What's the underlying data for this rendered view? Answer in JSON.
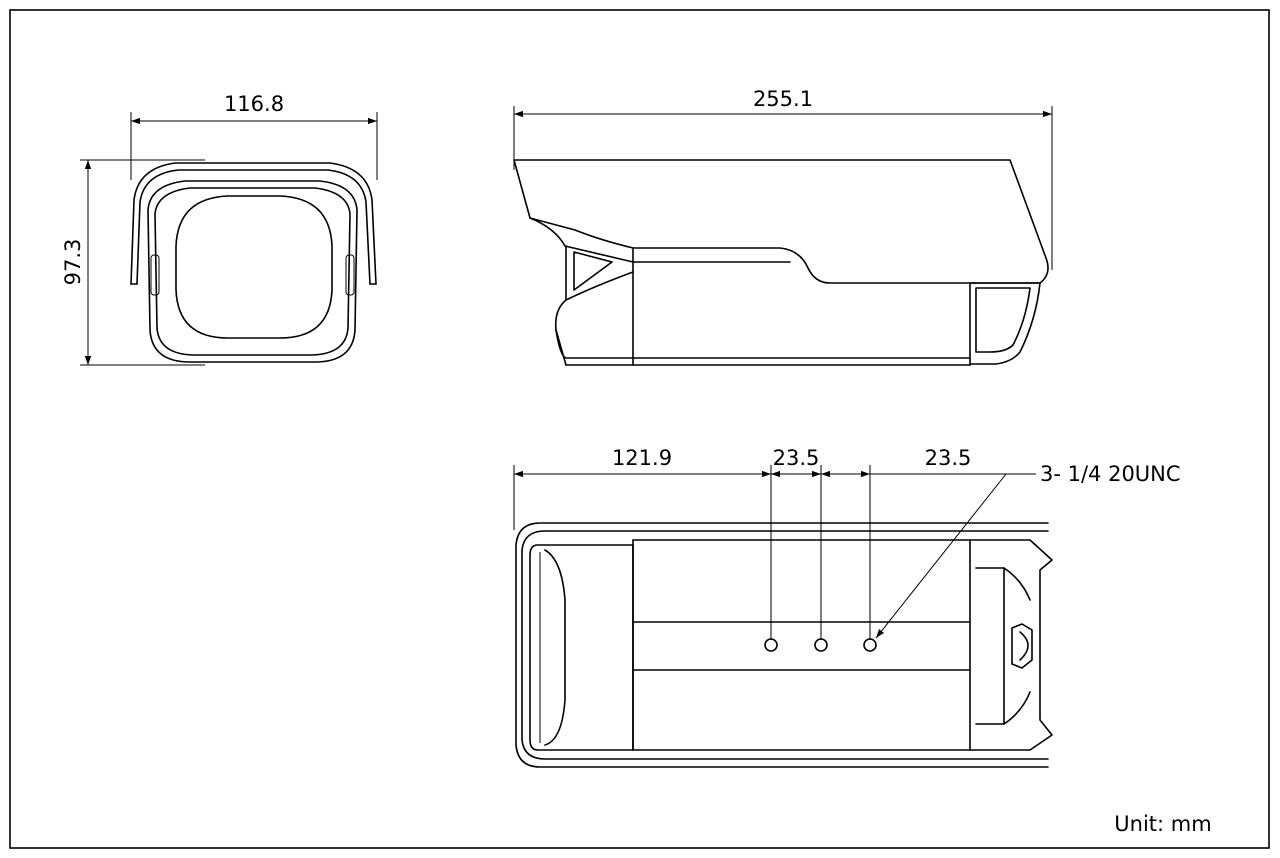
{
  "front_view": {
    "width_dimension": "116.8",
    "height_dimension": "97.3"
  },
  "side_view": {
    "length_dimension": "255.1"
  },
  "bottom_view": {
    "offset_dimension": "121.9",
    "hole_spacing_1": "23.5",
    "hole_spacing_2": "23.5",
    "mount_callout": "3- 1/4 20UNC"
  },
  "unit_label": "Unit: mm",
  "colors": {
    "stroke": "#000000",
    "background": "#ffffff"
  }
}
